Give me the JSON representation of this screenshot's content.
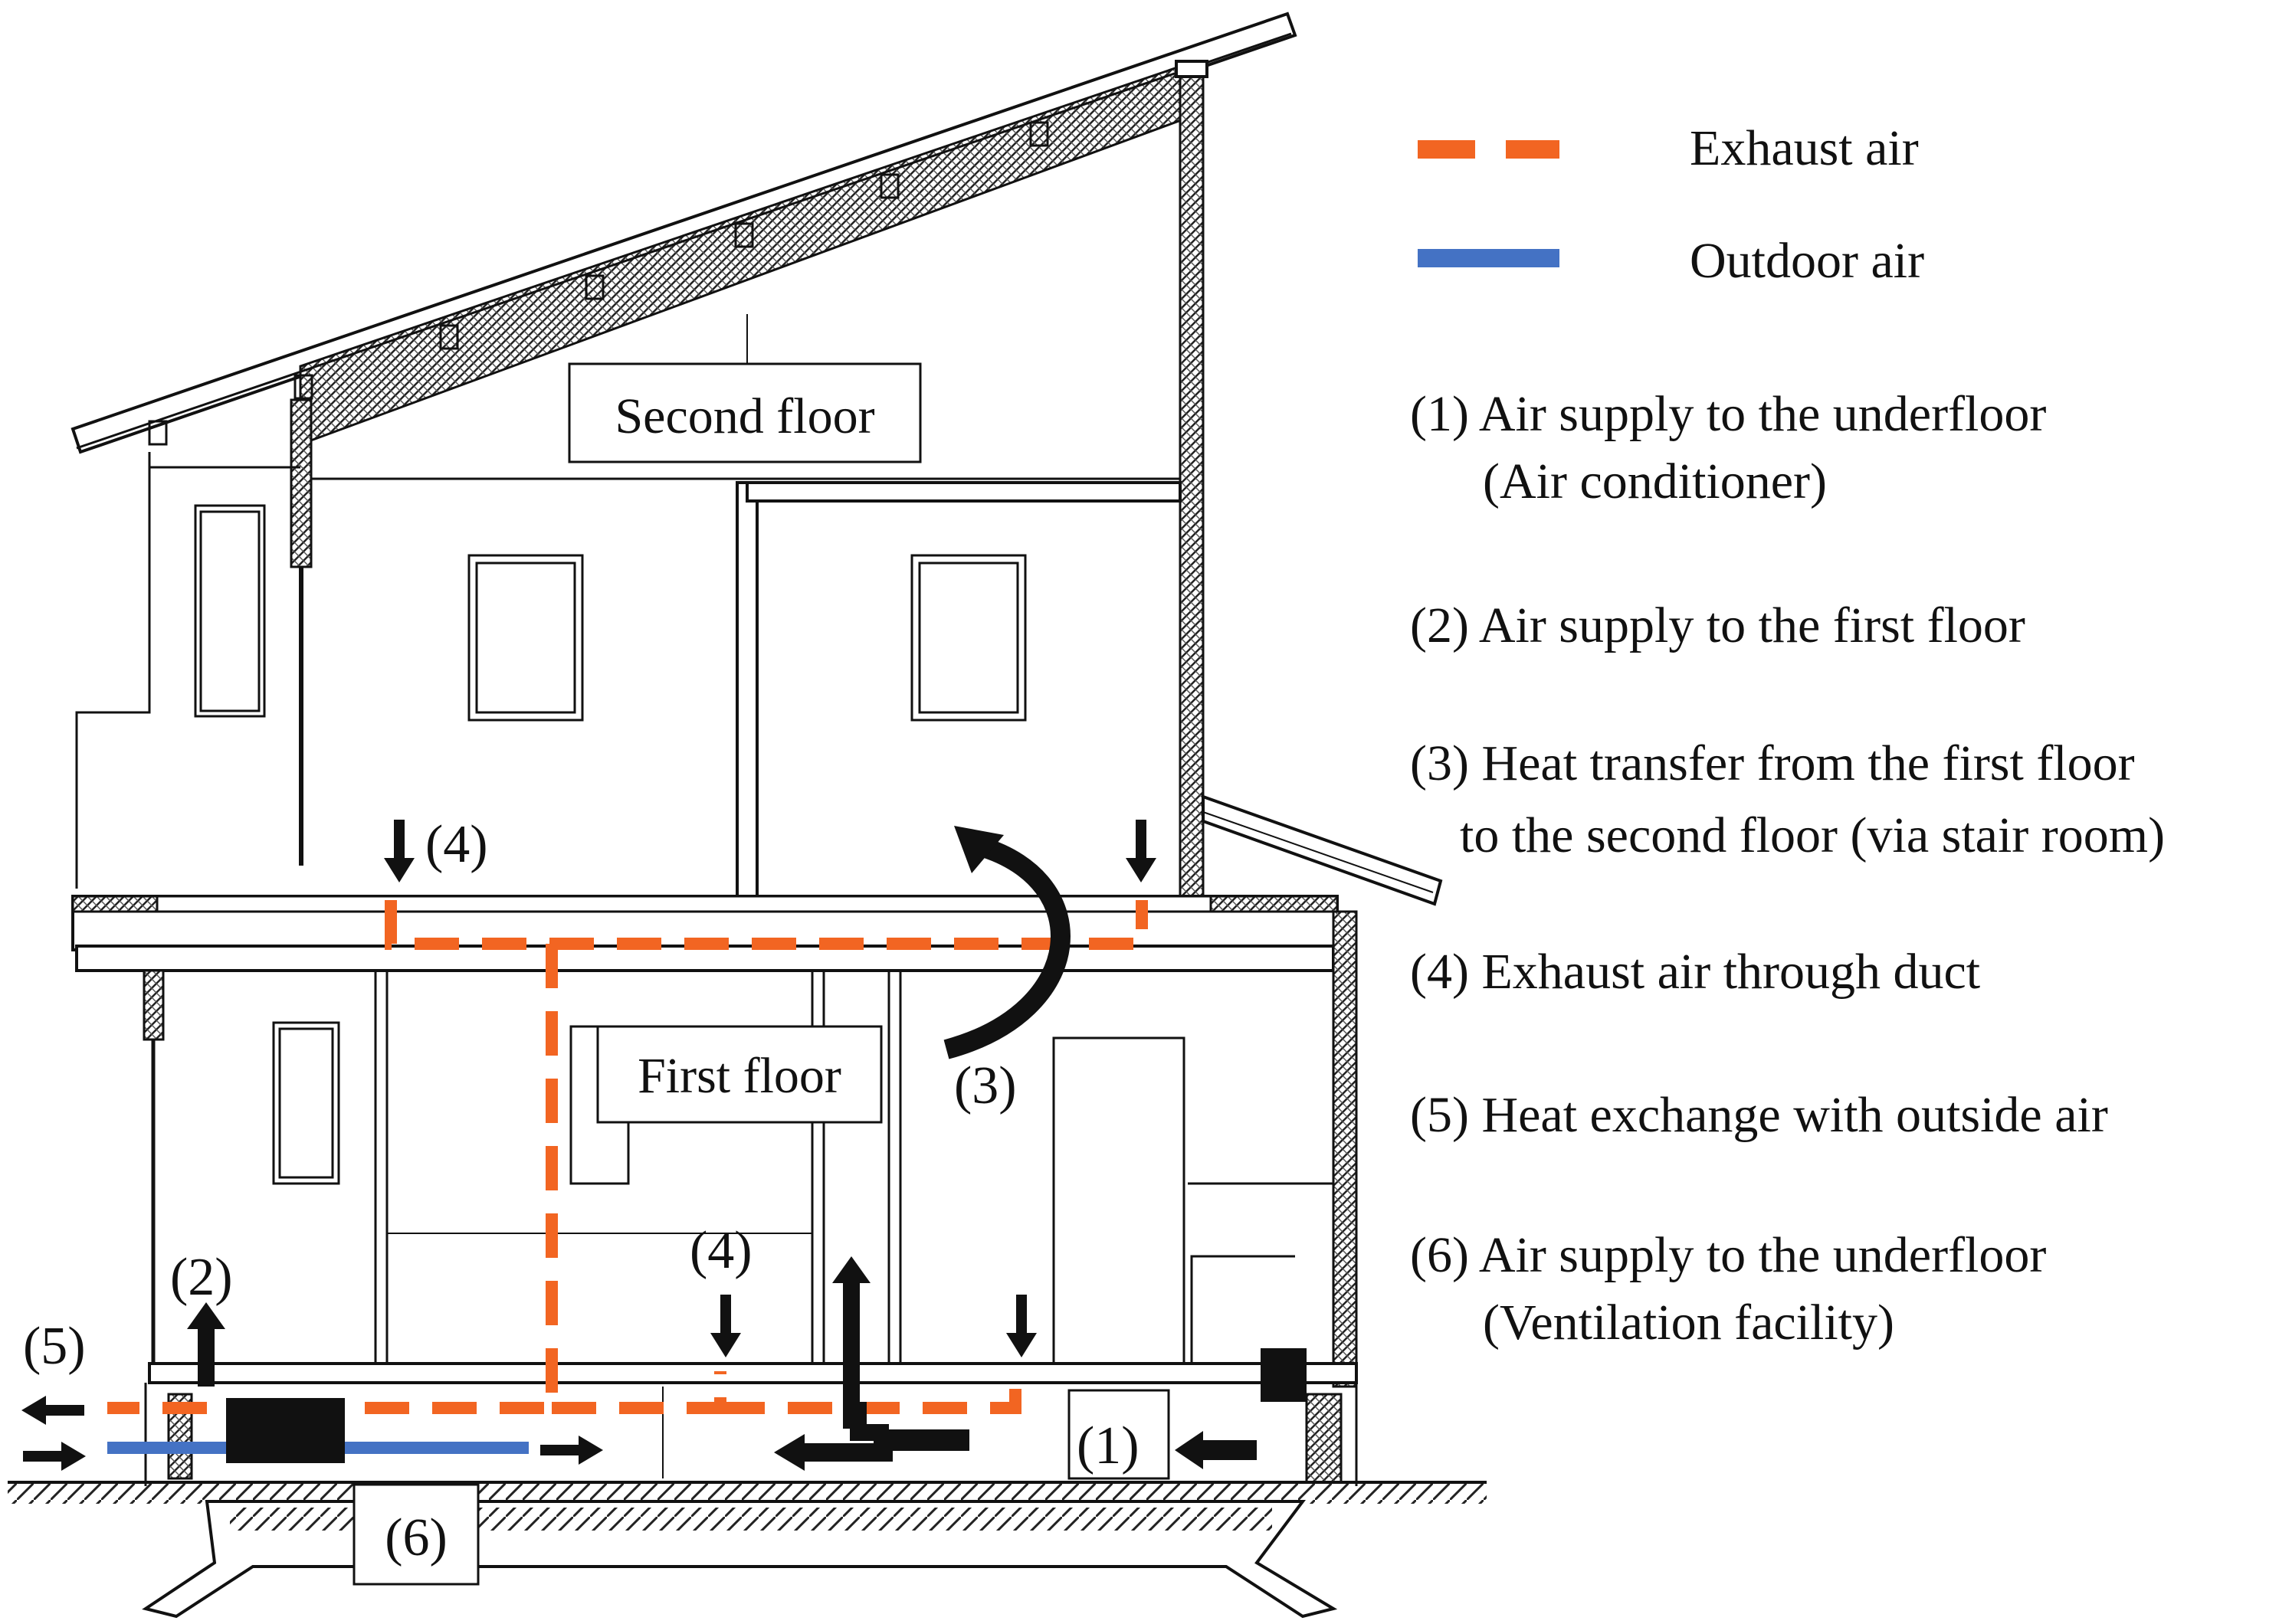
{
  "colors": {
    "exhaust": "#f26522",
    "outdoor": "#4472c4",
    "ink": "#111111"
  },
  "legend": {
    "exhaust": "Exhaust air",
    "outdoor": "Outdoor air"
  },
  "floors": {
    "second": "Second floor",
    "first": "First floor"
  },
  "markers": {
    "m1": "(1)",
    "m2": "(2)",
    "m3": "(3)",
    "m4a": "(4)",
    "m4b": "(4)",
    "m5": "(5)",
    "m6": "(6)"
  },
  "notes": [
    {
      "line1": "(1) Air supply to the underfloor",
      "line2": "(Air conditioner)"
    },
    {
      "line1": "(2) Air supply to the first floor",
      "line2": ""
    },
    {
      "line1": "(3)  Heat transfer from the first floor",
      "line2": "to the second floor (via stair room)"
    },
    {
      "line1": "(4) Exhaust air through duct",
      "line2": ""
    },
    {
      "line1": "(5)  Heat exchange with outside air",
      "line2": ""
    },
    {
      "line1": "(6) Air supply to the underfloor",
      "line2": "(Ventilation facility)"
    }
  ]
}
